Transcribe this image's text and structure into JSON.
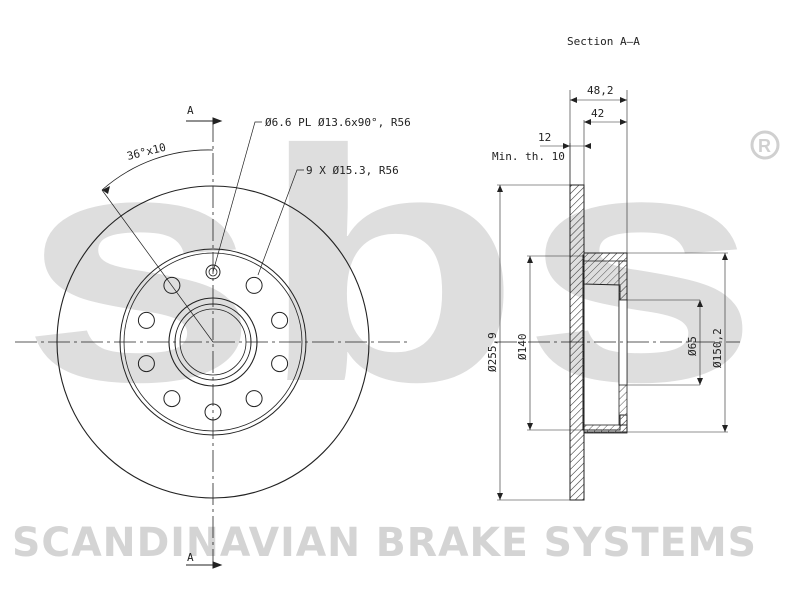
{
  "watermark": {
    "logo_text": "sbs",
    "registered_mark": "®"
  },
  "brand_text": "SCANDINAVIAN BRAKE SYSTEMS",
  "front_view": {
    "section_mark_top": "A",
    "section_mark_bottom": "A",
    "angle_label": "36°x10",
    "callout_holes_small": "Ø6.6 PL Ø13.6x90°, R56",
    "callout_holes_bolt": "9 X Ø15.3, R56"
  },
  "section_view": {
    "title": "Section A–A",
    "dim_overall_height": "48,2",
    "dim_hat_height": "42",
    "dim_thickness": "12",
    "min_thickness": "Min. th. 10",
    "dia_outer": "Ø255,9",
    "dia_140": "Ø140",
    "dia_65": "Ø65",
    "dia_150": "Ø150,2"
  },
  "colors": {
    "line": "#222222",
    "hatch": "#555555",
    "watermark": "#dedede",
    "brand": "#d4d4d4"
  }
}
